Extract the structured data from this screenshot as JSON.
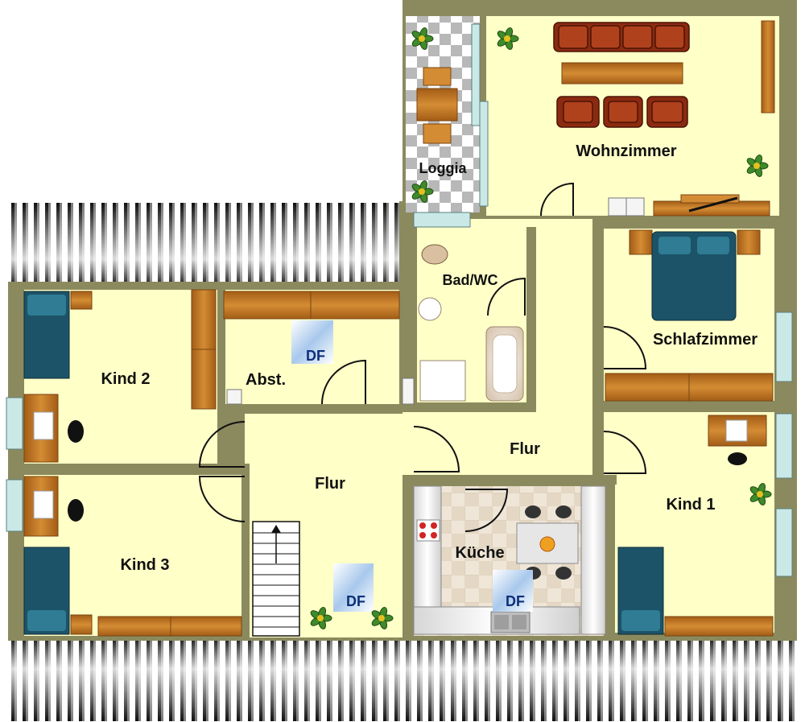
{
  "rooms": {
    "wohnzimmer": "Wohnzimmer",
    "loggia": "Loggia",
    "bad": "Bad/WC",
    "schlafzimmer": "Schlafzimmer",
    "kind1": "Kind 1",
    "kind2": "Kind 2",
    "kind3": "Kind 3",
    "abst": "Abst.",
    "flur_left": "Flur",
    "flur_right": "Flur",
    "kueche": "Küche"
  },
  "skylights": {
    "abst": "DF",
    "flur": "DF",
    "kueche": "DF"
  },
  "colors": {
    "wall": "#8b8a5e",
    "floor": "#ffffc8",
    "wood": "#c67c22",
    "bed": "#1c5368",
    "sofa": "#8b2a10",
    "tile": "#e8dccb"
  }
}
